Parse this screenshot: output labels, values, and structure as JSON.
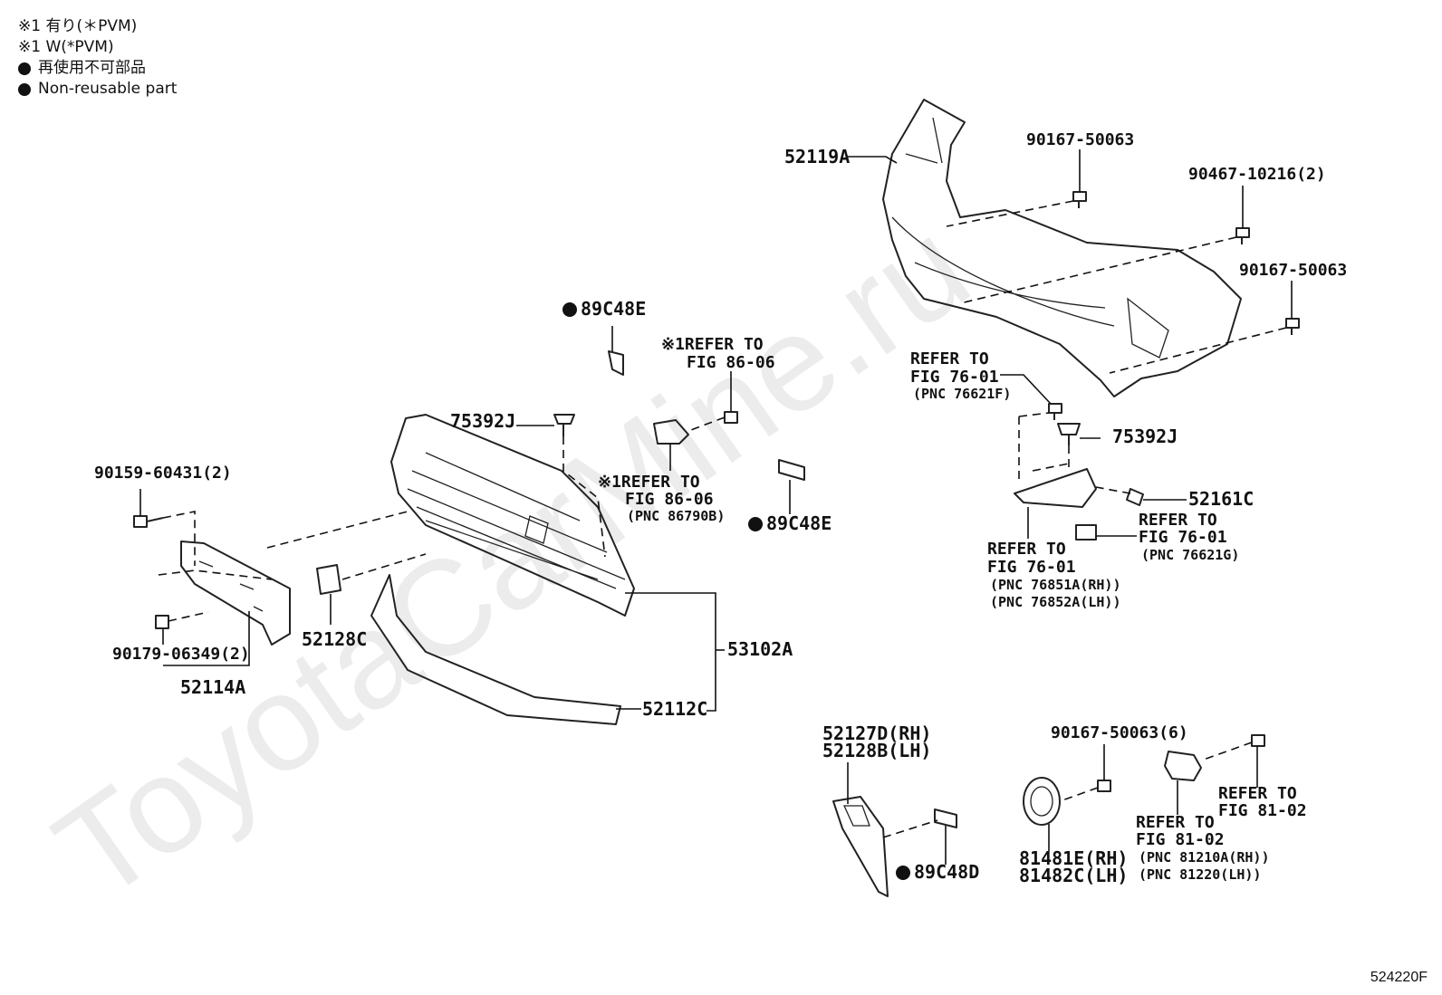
{
  "notes": {
    "line1": "※1 有り(＊PVM)",
    "line2": "※1 W(*PVM)",
    "line3": "再使用不可部品",
    "line4": "Non-reusable part"
  },
  "watermark": "ToyotaCarMine.ru",
  "figure_code": "524220F",
  "parts": {
    "p52119A": "52119A",
    "p90167_top": "90167-50063",
    "p90467": "90467-10216(2)",
    "p90167_right": "90167-50063",
    "ref76_a1": "REFER TO",
    "ref76_a2": "FIG 76-01",
    "ref76_a3": "(PNC 76621F)",
    "p75392J_right": "75392J",
    "p52161C": "52161C",
    "ref76_b1": "REFER TO",
    "ref76_b2": "FIG 76-01",
    "ref76_b3": "(PNC 76621G)",
    "ref76_c1": "REFER TO",
    "ref76_c2": "FIG 76-01",
    "ref76_c3": "(PNC 76851A(RH))",
    "ref76_c4": "(PNC 76852A(LH))",
    "p89C48E_top": "89C48E",
    "ref86_a1": "※1REFER TO",
    "ref86_a2": "FIG 86-06",
    "p75392J_left": "75392J",
    "ref86_b1": "※1REFER TO",
    "ref86_b2": "FIG 86-06",
    "ref86_b3": "(PNC 86790B)",
    "p89C48E_mid": "89C48E",
    "p90159": "90159-60431(2)",
    "p52128C": "52128C",
    "p90179": "90179-06349(2)",
    "p52114A": "52114A",
    "p53102A": "53102A",
    "p52112C": "52112C",
    "p52127D": "52127D(RH)",
    "p52128B": "52128B(LH)",
    "p89C48D": "89C48D",
    "p90167_6": "90167-50063(6)",
    "p81481E": "81481E(RH)",
    "p81482C": "81482C(LH)",
    "ref81_a1": "REFER TO",
    "ref81_a2": "FIG 81-02",
    "ref81_b1": "REFER TO",
    "ref81_b2": "FIG 81-02",
    "ref81_b3": "(PNC 81210A(RH))",
    "ref81_b4": "(PNC 81220(LH))"
  }
}
